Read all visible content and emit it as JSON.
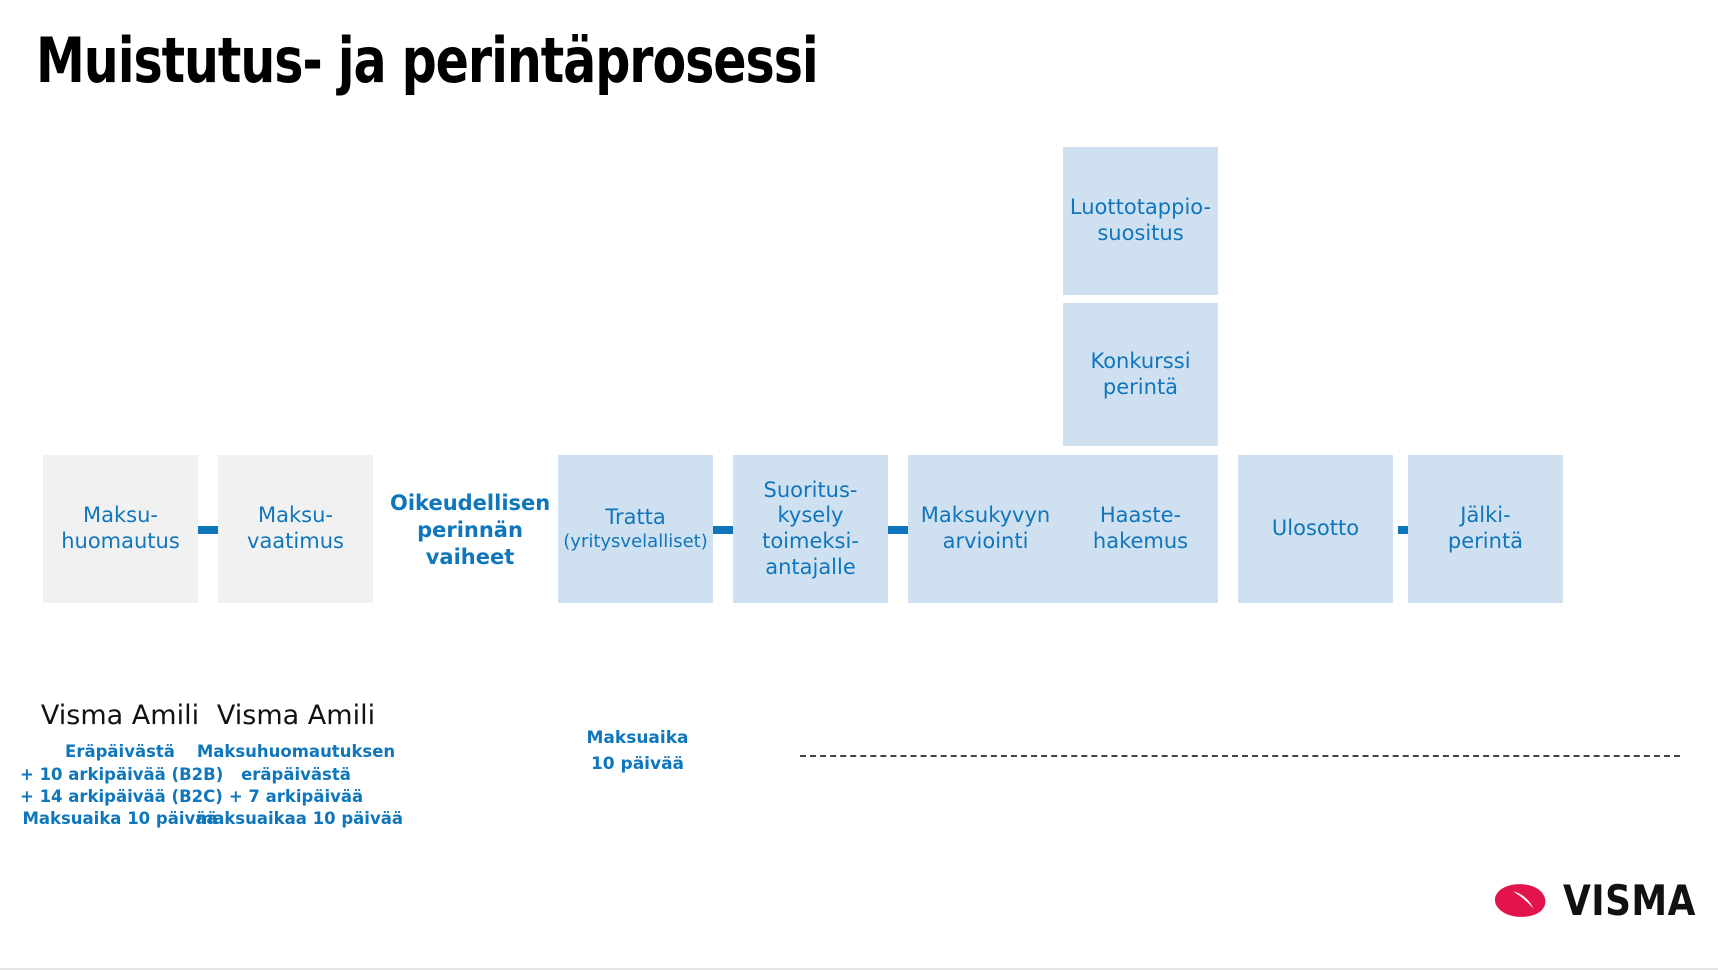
{
  "title": "Muistutus- ja perintäprosessi",
  "colors": {
    "accent_blue": "#1076bc",
    "box_blue": "#cfe0f1",
    "box_gray": "#f1f1f1",
    "arrow_blue": "#1076bc",
    "logo_red": "#e3134c",
    "title_black": "#000000",
    "dash_gray": "#444444"
  },
  "stacked_boxes": [
    {
      "id": "luottotappiosuositus",
      "lines": [
        "Luottotappio-",
        "suositus"
      ]
    },
    {
      "id": "konkurssiperinta",
      "lines": [
        "Konkurssi",
        "perintä"
      ]
    }
  ],
  "flow": {
    "steps": [
      {
        "id": "maksuhuomautus",
        "style": "gray",
        "lines": [
          "Maksu-",
          "huomautus"
        ]
      },
      {
        "id": "maksuvaatimus",
        "style": "gray",
        "lines": [
          "Maksu-",
          "vaatimus"
        ]
      },
      {
        "id": "tratta",
        "style": "blue",
        "lines": [
          "Tratta",
          "(yritysvelalliset)"
        ]
      },
      {
        "id": "suorituskysely",
        "style": "blue",
        "lines": [
          "Suoritus-",
          "kysely",
          "toimeksi-",
          "antajalle"
        ]
      },
      {
        "id": "maksukyvyn-arviointi",
        "style": "blue",
        "lines": [
          "Maksukyvyn",
          "arviointi"
        ]
      },
      {
        "id": "haastehakemus",
        "style": "blue",
        "lines": [
          "Haaste-",
          "hakemus"
        ]
      },
      {
        "id": "ulosotto",
        "style": "blue",
        "lines": [
          "Ulosotto"
        ]
      },
      {
        "id": "jalkiperinta",
        "style": "blue",
        "lines": [
          "Jälki-",
          "perintä"
        ]
      }
    ],
    "mid_label": {
      "id": "oikeudellisen-perinnan-vaiheet",
      "lines": [
        "Oikeudellisen",
        "perinnän",
        "vaiheet"
      ]
    }
  },
  "footnotes": [
    {
      "id": "maksuhuomautus-note",
      "heading": "Visma Amili",
      "sub_lines": [
        "Eräpäivästä",
        "+ 10 arkipäivää (B2B)",
        "+ 14 arkipäivää (B2C)",
        "Maksuaika 10 päivää"
      ]
    },
    {
      "id": "maksuvaatimus-note",
      "heading": "Visma Amili",
      "sub_lines": [
        "Maksuhuomautuksen",
        "eräpäivästä",
        "+ 7 arkipäivää",
        "maksuaikaa 10 päivää"
      ]
    }
  ],
  "maksuaika_note": {
    "line1": "Maksuaika",
    "line2": "10 päivää"
  },
  "logo": {
    "word": "VISMA",
    "mark_name": "visma-swoosh"
  }
}
